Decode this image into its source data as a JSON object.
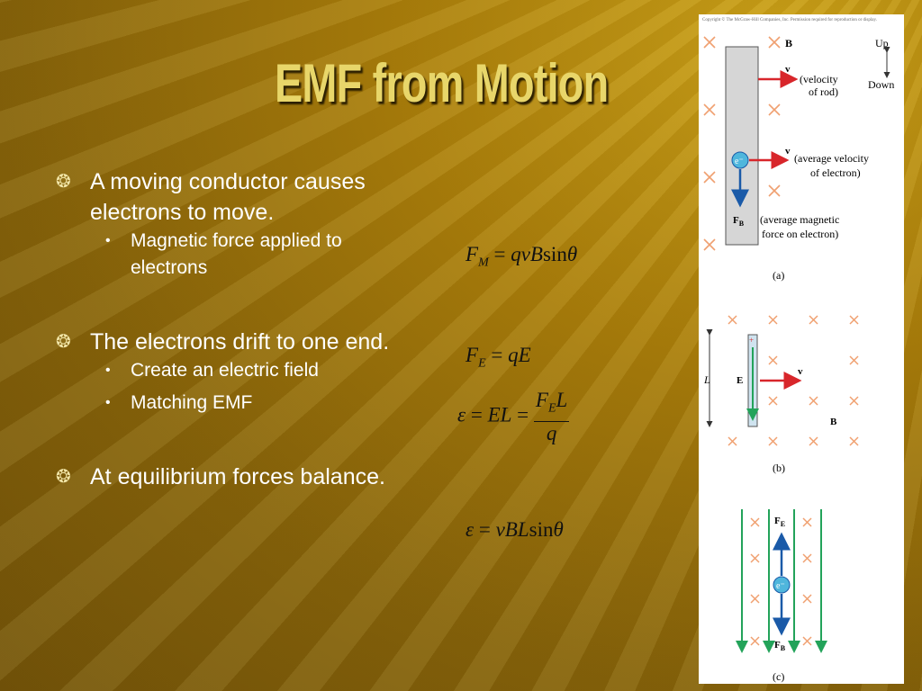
{
  "slide": {
    "title": "EMF from Motion",
    "bullets": [
      {
        "text": "A moving conductor causes electrons to move.",
        "sub": [
          "Magnetic force applied to electrons"
        ]
      },
      {
        "text": "The electrons drift to one end.",
        "sub": [
          "Create an electric field",
          "Matching EMF"
        ]
      },
      {
        "text": "At equilibrium forces balance.",
        "sub": []
      }
    ],
    "bullet_icon": "ornament-bullet-icon",
    "sub_bullet_glyph": "•"
  },
  "equations": {
    "eq1": {
      "lhs": "F",
      "lhs_sub": "M",
      "rhs": "qvB",
      "fn": "sin",
      "var": "θ"
    },
    "eq2": {
      "lhs": "F",
      "lhs_sub": "E",
      "rhs": "qE"
    },
    "eq3": {
      "lhs": "ε",
      "mid": "EL",
      "num": "F",
      "num_sub": "E",
      "num_tail": "L",
      "den": "q"
    },
    "eq4": {
      "lhs": "ε",
      "rhs": "vBL",
      "fn": "sin",
      "var": "θ"
    }
  },
  "figure": {
    "copyright": "Copyright © The McGraw-Hill Companies, Inc. Permission required for reproduction or display.",
    "panel_a": {
      "B": "B",
      "up": "Up",
      "down": "Down",
      "v_rod_1": "(velocity",
      "v_rod_2": "of rod)",
      "v_e_1": "(average velocity",
      "v_e_2": "of electron)",
      "fb_1": "(average magnetic",
      "fb_2": "force on electron)",
      "caption": "(a)"
    },
    "panel_b": {
      "L": "L",
      "E": "E",
      "v": "v",
      "B": "B",
      "caption": "(b)"
    },
    "panel_c": {
      "FE": "F",
      "FE_sub": "E",
      "FB": "F",
      "FB_sub": "B",
      "caption": "(c)"
    },
    "colors": {
      "red": "#d8262b",
      "blue": "#1a5aa8",
      "green": "#23a35a",
      "cross": "#f0a070"
    }
  }
}
